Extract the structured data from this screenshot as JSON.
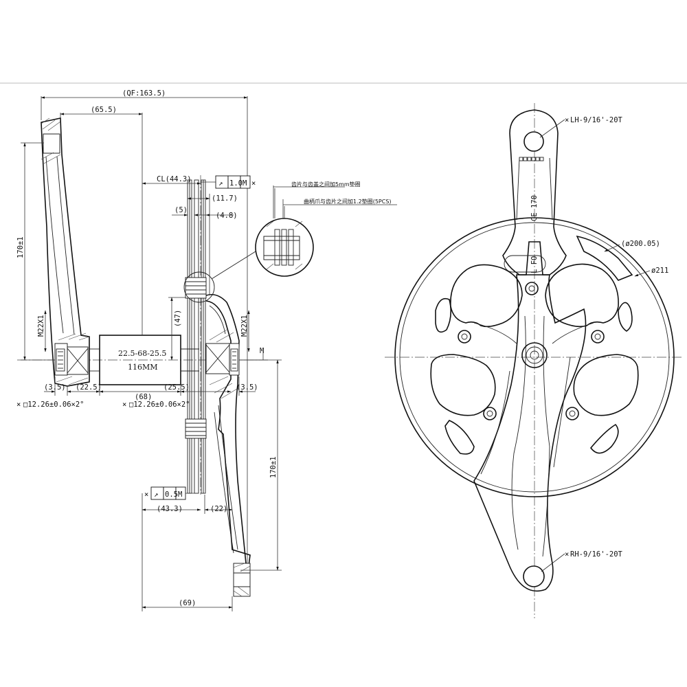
{
  "side_view": {
    "dims": {
      "qf": "(QF:163.5)",
      "d65": "(65.5)",
      "cl": "CL(44.3)",
      "d11_7": "(11.7)",
      "d5": "(5)",
      "d4_8": "(4.8)",
      "d47": "(47)",
      "d170_left": "170±1",
      "d170_right": "170±1",
      "m22_left": "M22X1",
      "m22_right": "M22X1",
      "bb_spec": "22.5-68-25.5",
      "bb_len": "116MM",
      "d3_5_left": "(3.5)",
      "d22_5": "(22.5)",
      "d68": "(68)",
      "d25_5": "(25.5)",
      "d3_5_right": "(3.5)",
      "sq_left": "□12.26±0.06×2°",
      "sq_right": "□12.26±0.06×2°",
      "d43_3": "(43.3)",
      "d22": "(22)",
      "d69": "(69)"
    },
    "notes": {
      "note1": "齿片与齿盖之间加5mm垫圈",
      "note2": "曲柄爪与齿片之间加1.2垫圈(5PCS)"
    },
    "tolerance_top": {
      "symbol": "↗",
      "value": "1.0",
      "datum": "M"
    },
    "tolerance_bottom": {
      "symbol": "↗",
      "value": "0.5",
      "datum": "M"
    },
    "mark_star": "×",
    "datum_m": "M"
  },
  "front_view": {
    "thread_lh": "LH-9/16'-20T",
    "thread_rh": "RH-9/16'-20T",
    "dia_200": "(ø200.05)",
    "dia_211": "ø211",
    "arm_text": "CE 170",
    "arm_text2": "L FO",
    "mark_star": "×"
  }
}
